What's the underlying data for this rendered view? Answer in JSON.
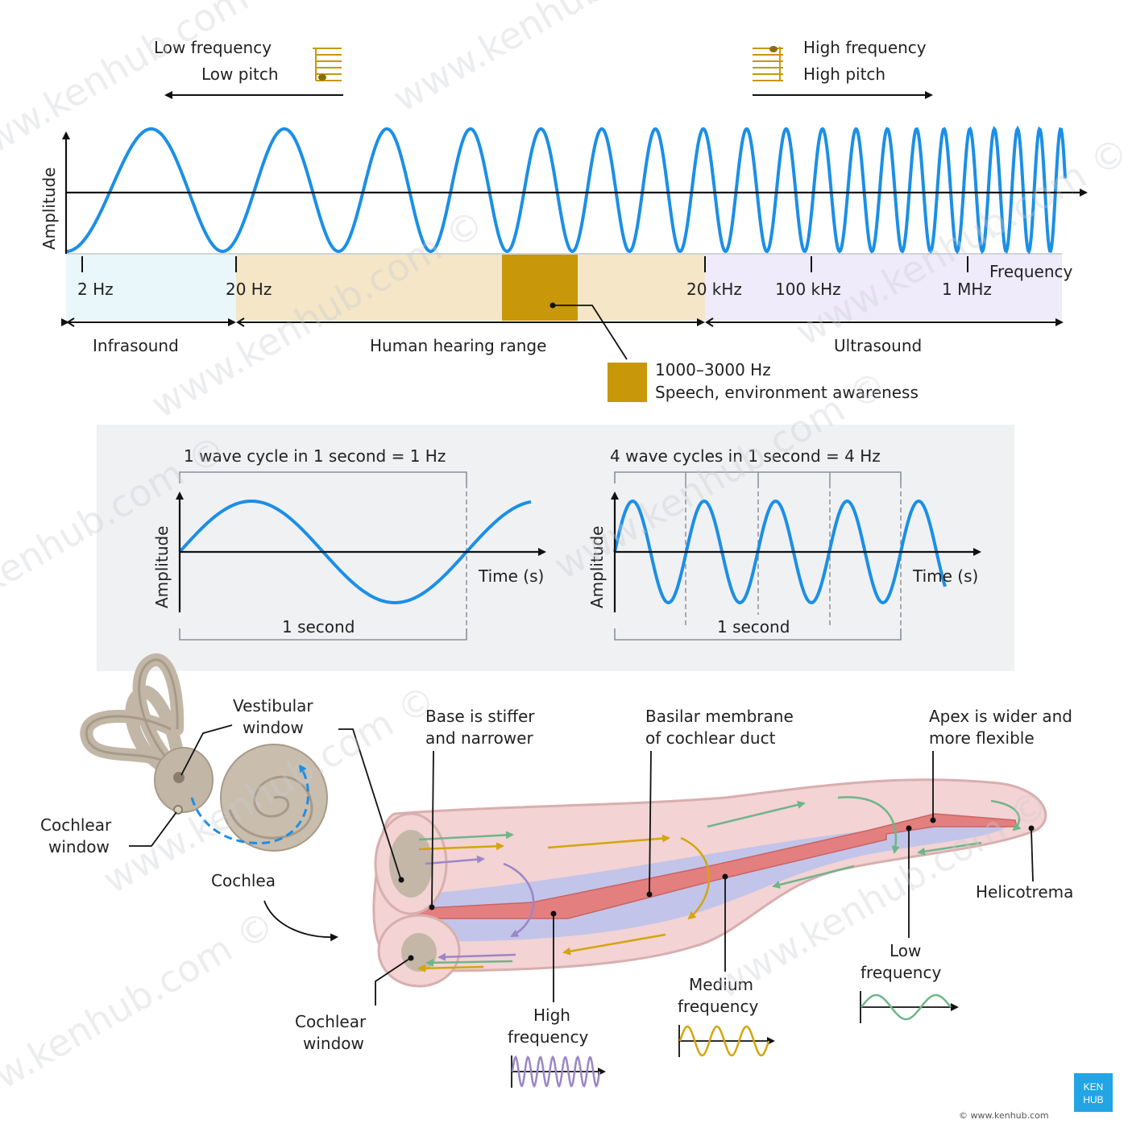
{
  "top": {
    "low_label_1": "Low frequency",
    "low_label_2": "Low pitch",
    "high_label_1": "High frequency",
    "high_label_2": "High pitch",
    "y_axis": "Amplitude",
    "x_axis": "Frequency",
    "ticks": [
      "2 Hz",
      "20 Hz",
      "20 kHz",
      "100 kHz",
      "1 MHz"
    ],
    "bands": [
      "Infrasound",
      "Human hearing range",
      "Ultrasound"
    ],
    "speech_range": "1000–3000 Hz",
    "speech_desc": "Speech, environment awareness",
    "colors": {
      "wave": "#1b8fe6",
      "infrasound": "#e9f7fa",
      "hearing": "#f4e6c6",
      "speech": "#c8970a",
      "ultrasound": "#efebfb"
    }
  },
  "middle": {
    "left_title": "1 wave cycle in 1 second = 1 Hz",
    "right_title": "4 wave cycles in 1 second = 4 Hz",
    "y_axis": "Amplitude",
    "x_axis": "Time (s)",
    "duration": "1 second",
    "left_cycles": 1,
    "right_cycles": 4
  },
  "bottom": {
    "vestibular_window": [
      "Vestibular",
      "window"
    ],
    "cochlear_window_left": [
      "Cochlear",
      "window"
    ],
    "cochlea": "Cochlea",
    "base": [
      "Base is stiffer",
      "and narrower"
    ],
    "basilar": [
      "Basilar membrane",
      "of cochlear duct"
    ],
    "apex": [
      "Apex is wider and",
      "more flexible"
    ],
    "helicotrema": "Helicotrema",
    "cochlear_window_bottom": [
      "Cochlear",
      "window"
    ],
    "high": [
      "High",
      "frequency"
    ],
    "medium": [
      "Medium",
      "frequency"
    ],
    "low": [
      "Low",
      "frequency"
    ],
    "colors": {
      "high": "#9b86c7",
      "medium": "#d4a50d",
      "low": "#6fb58a",
      "duct": "#f3d3d3",
      "membrane": "#e47f7f",
      "scala": "#b9c2ec"
    }
  },
  "brand": {
    "logo_line1": "KEN",
    "logo_line2": "HUB",
    "copyright": "© www.kenhub.com",
    "watermark": "www.kenhub.com ©"
  }
}
